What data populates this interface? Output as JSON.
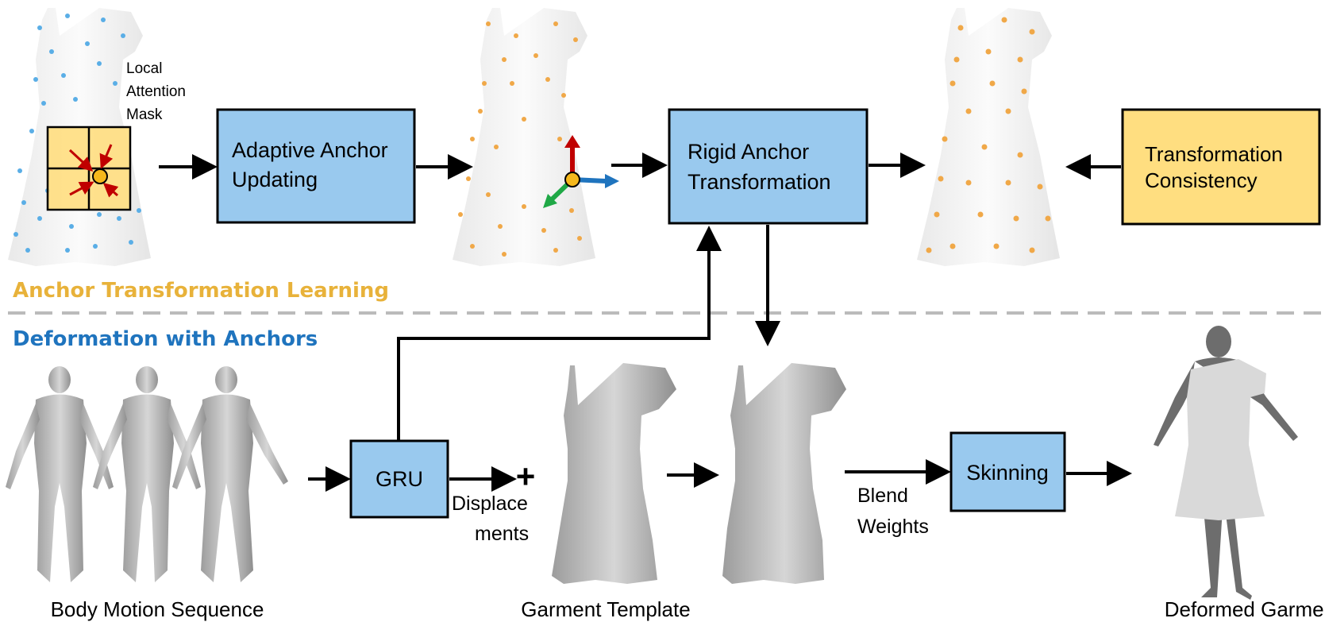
{
  "sections": {
    "top": "Anchor Transformation Learning",
    "bottom": "Deformation with Anchors"
  },
  "colors": {
    "top_section": "#E8B23A",
    "bottom_section": "#1F74BE",
    "box_blue": "#99C9EE",
    "box_yellow": "#FFDE80",
    "anchor_dot_blue": "#5AAEE6",
    "anchor_dot_orange": "#F0A848",
    "axis_red": "#C00000",
    "axis_green": "#1FA846",
    "axis_blue": "#1F74BE"
  },
  "boxes": {
    "adaptive": [
      "Adaptive Anchor",
      "Updating"
    ],
    "rigid": [
      "Rigid Anchor",
      "Transformation"
    ],
    "consistency": [
      "Transformation",
      "Consistency"
    ],
    "gru": "GRU",
    "skinning": "Skinning"
  },
  "labels": {
    "mask": [
      "Local",
      "Attention",
      "Mask"
    ],
    "displacements": [
      "Displace",
      "ments"
    ],
    "plus": "+",
    "blend": [
      "Blend",
      "Weights"
    ],
    "body_motion": "Body Motion Sequence",
    "garment_template": "Garment Template",
    "deformed_garment": "Deformed Garment"
  },
  "icons": [
    "dress-anchor-icon",
    "body-figure-icon",
    "garment-mesh-icon",
    "posed-human-icon",
    "coordinate-axes-icon"
  ]
}
